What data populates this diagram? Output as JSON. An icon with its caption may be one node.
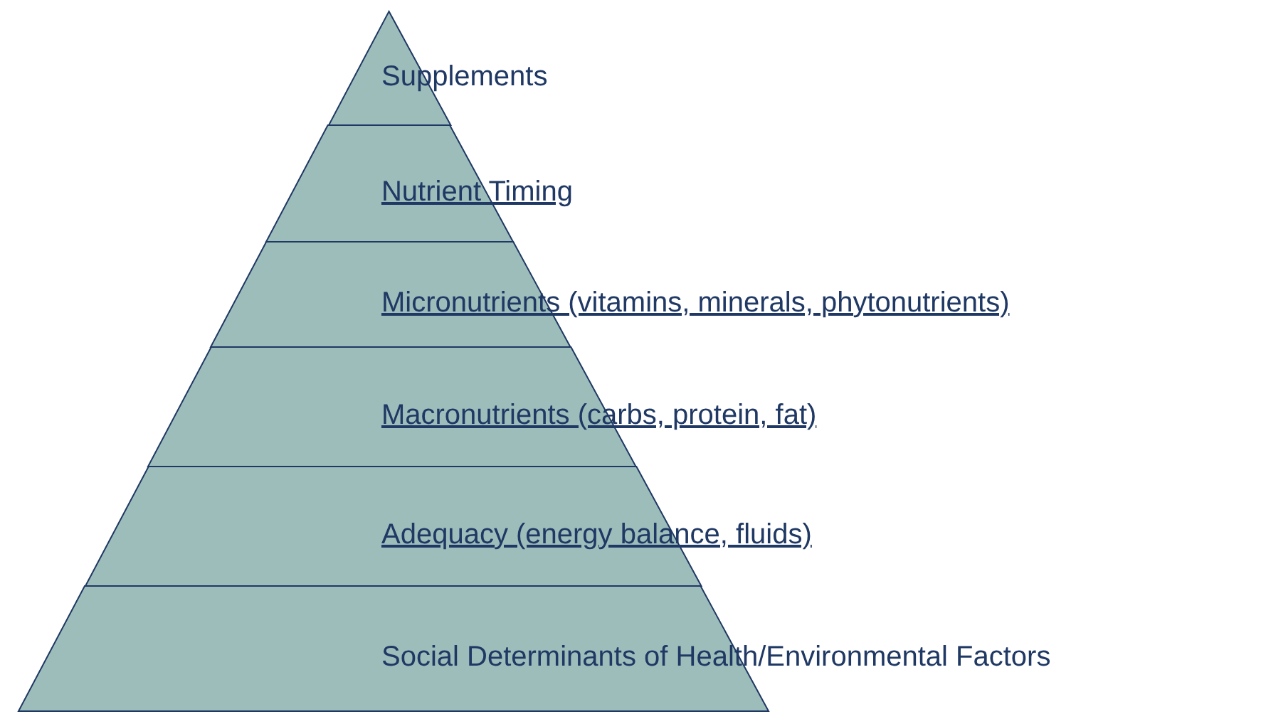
{
  "diagram": {
    "nodes": [
      {
        "text": [
          "Supplements"
        ]
      },
      {
        "text": [
          "Nutrient Timing"
        ]
      },
      {
        "text": [
          "Micronutrients (vitamins, minerals, phytonutrients)"
        ]
      },
      {
        "text": [
          "Macronutrients (carbs, protein, fat)"
        ]
      },
      {
        "text": [
          "Adequacy (energy balance, fluids)"
        ]
      },
      {
        "text": [
          "Social Determinants of Health/Environmental Factors"
        ]
      }
    ]
  }
}
